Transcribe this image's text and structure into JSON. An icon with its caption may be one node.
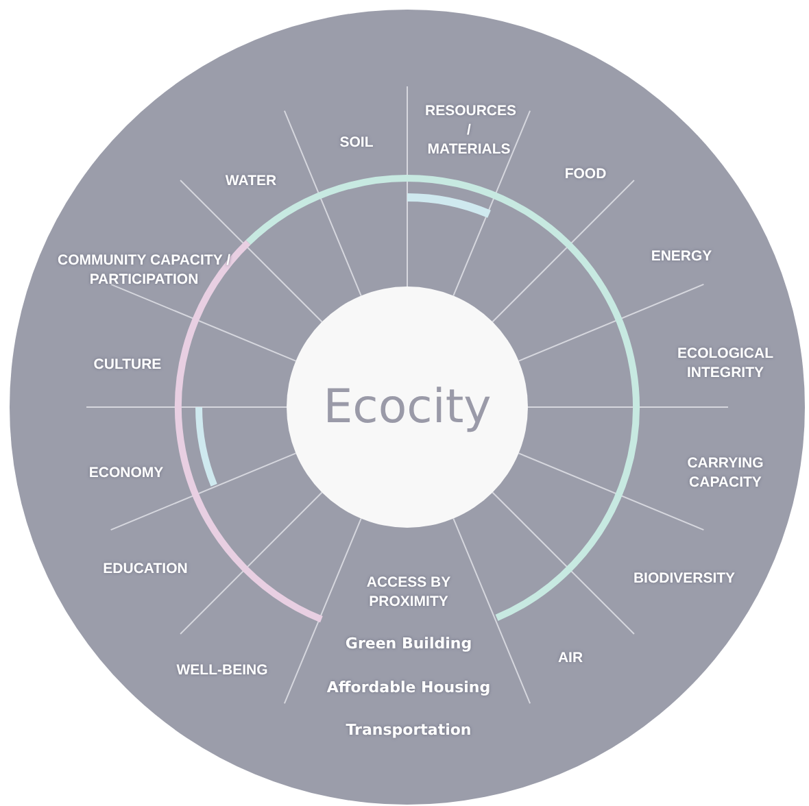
{
  "diagram": {
    "nodes": [
      {
        "text": [
          "Ecocity"
        ]
      }
    ],
    "labels": [
      "RESOURCES / MATERIALS",
      "SOIL",
      "FOOD",
      "WATER",
      "ENERGY",
      "COMMUNITY CAPACITY / PARTICIPATION",
      "CULTURE",
      "ECOLOGICAL INTEGRITY",
      "ECONOMY",
      "CARRYING CAPACITY",
      "EDUCATION",
      "BIODIVERSITY",
      "ACCESS BY PROXIMITY",
      "Green Building",
      "AIR",
      "WELL-BEING",
      "Affordable Housing",
      "Transportation"
    ]
  }
}
